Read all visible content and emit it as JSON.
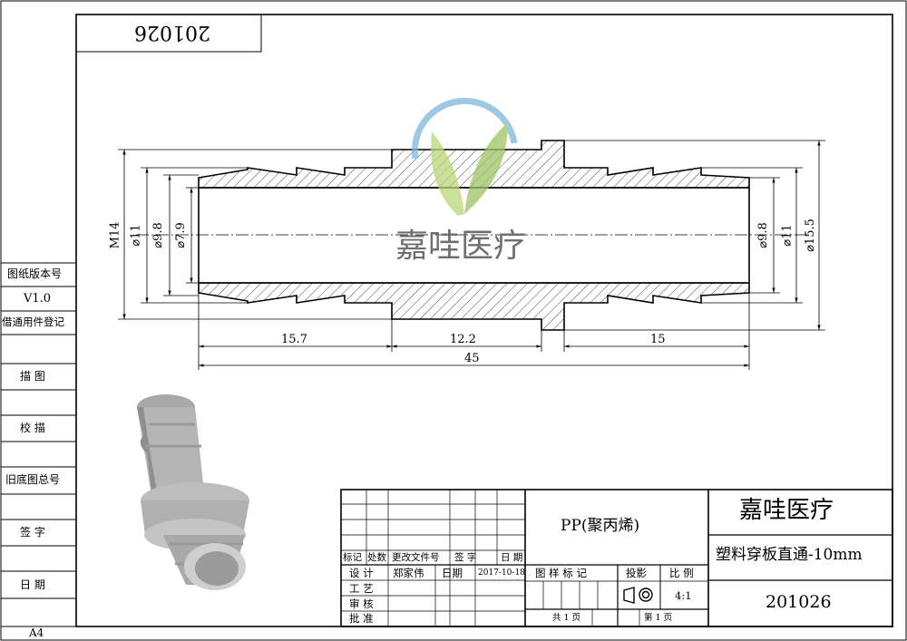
{
  "drawing_number_top": "201026",
  "logo_text": "嘉哇医疗",
  "side_strip": {
    "version_label": "图纸版本号",
    "version_value": "V1.0",
    "borrow_label": "借通用件登记",
    "draw_label": "描 图",
    "trace_label": "校 描",
    "old_base_label": "旧底图总号",
    "sign_label": "签 字",
    "date_label": "日 期",
    "paper_size": "A4"
  },
  "dimensions": {
    "m14": "M14",
    "d11_left": "⌀11",
    "d98_left": "⌀9.8",
    "d79_left": "⌀7.9",
    "d98_right": "⌀9.8",
    "d11_right": "⌀11",
    "d155_right": "⌀15.5",
    "len_157": "15.7",
    "len_122": "12.2",
    "len_15": "15",
    "len_45": "45"
  },
  "title_block": {
    "material": "PP(聚丙烯)",
    "company": "嘉哇医疗",
    "part_name": "塑料穿板直通-10mm",
    "part_number": "201026",
    "rev_headers": [
      "标记",
      "处数",
      "更改文件号",
      "签 字",
      "日 期"
    ],
    "design_label": "设 计",
    "designer": "郑家伟",
    "date_label": "日期",
    "design_date": "2017-10-18",
    "process_label": "工 艺",
    "review_label": "审 核",
    "approve_label": "批 准",
    "drawing_mark_label": "图 样 标 记",
    "projection_label": "投影",
    "scale_label": "比 例",
    "scale_value": "4:1",
    "total_sheets": "共 1 页",
    "sheet_no": "第 1 页"
  }
}
